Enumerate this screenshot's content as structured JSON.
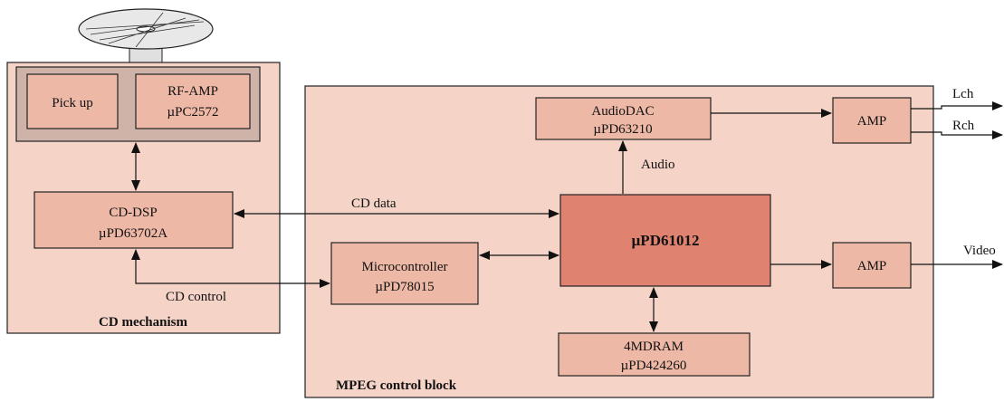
{
  "colors": {
    "panel_fill": "#f5d3c7",
    "block_fill": "#eeb8a6",
    "chip_fill": "#e08270",
    "stroke": "#222222"
  },
  "cd_mechanism": {
    "label": "CD mechanism",
    "pickup": {
      "line1": "Pick up"
    },
    "rf_amp": {
      "line1": "RF-AMP",
      "line2": "µPC2572"
    },
    "cd_dsp": {
      "line1": "CD-DSP",
      "line2": "µPD63702A"
    }
  },
  "mpeg": {
    "label": "MPEG control block",
    "audio_dac": {
      "line1": "AudioDAC",
      "line2": "µPD63210"
    },
    "main_chip": {
      "line1": "µPD61012"
    },
    "microcontroller": {
      "line1": "Microcontroller",
      "line2": "µPD78015"
    },
    "dram": {
      "line1": "4MDRAM",
      "line2": "µPD424260"
    },
    "amp_audio": {
      "line1": "AMP"
    },
    "amp_video": {
      "line1": "AMP"
    }
  },
  "signals": {
    "cd_data": "CD data",
    "cd_control": "CD control",
    "audio": "Audio",
    "lch": "Lch",
    "rch": "Rch",
    "video": "Video"
  }
}
